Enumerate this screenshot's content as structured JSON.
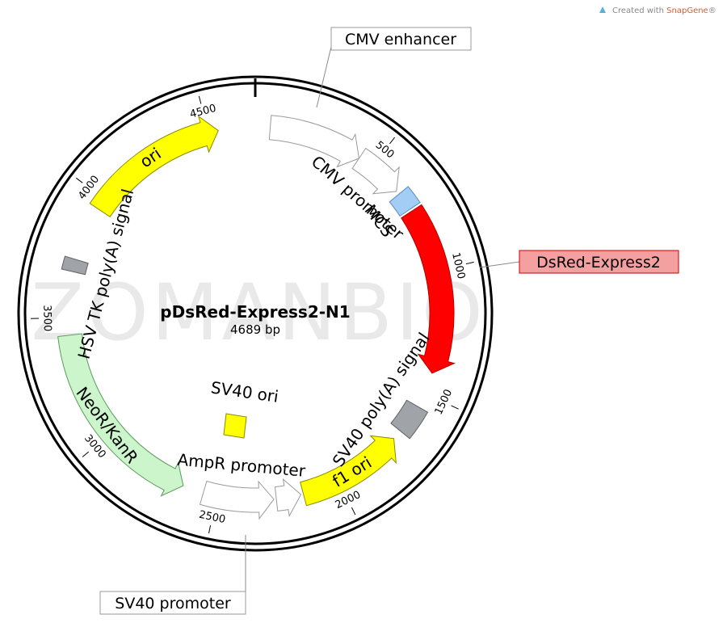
{
  "plasmid": {
    "name": "pDsRed-Express2-N1",
    "length_label": "4689 bp",
    "length": 4689
  },
  "credit": {
    "prefix": "Created with ",
    "brand": "SnapGene",
    "suffix": "®"
  },
  "watermark": "ZOMANBIO",
  "ticks": [
    {
      "pos": 500,
      "label": "500"
    },
    {
      "pos": 1000,
      "label": "1000"
    },
    {
      "pos": 1500,
      "label": "1500"
    },
    {
      "pos": 2000,
      "label": "2000"
    },
    {
      "pos": 2500,
      "label": "2500"
    },
    {
      "pos": 3000,
      "label": "3000"
    },
    {
      "pos": 3500,
      "label": "3500"
    },
    {
      "pos": 4000,
      "label": "4000"
    },
    {
      "pos": 4500,
      "label": "4500"
    }
  ],
  "features": [
    {
      "id": "cmv-enhancer",
      "name": "CMV enhancer",
      "start": 60,
      "end": 440,
      "dir": 1,
      "fill": "#ffffff",
      "stroke": "#9a9a9a",
      "labelMode": "callout"
    },
    {
      "id": "cmv-promoter",
      "name": "CMV promoter",
      "start": 440,
      "end": 640,
      "dir": 1,
      "fill": "#ffffff",
      "stroke": "#9a9a9a",
      "labelMode": "inner"
    },
    {
      "id": "mcs",
      "name": "MCS",
      "start": 655,
      "end": 730,
      "dir": 0,
      "fill": "#a4cdf5",
      "stroke": "#5a8bb8",
      "labelMode": "inner"
    },
    {
      "id": "dsred-express2",
      "name": "DsRed-Express2",
      "start": 740,
      "end": 1415,
      "dir": 1,
      "fill": "#ff0000",
      "stroke": "#b40000",
      "labelMode": "callout"
    },
    {
      "id": "sv40-polya",
      "name": "SV40 poly(A) signal",
      "start": 1560,
      "end": 1680,
      "dir": 0,
      "fill": "#a0a3a8",
      "stroke": "#5f6166",
      "labelMode": "inner"
    },
    {
      "id": "f1-ori",
      "name": "f1 ori",
      "start": 1720,
      "end": 2150,
      "dir": -1,
      "fill": "#ffff00",
      "stroke": "#8a8a00",
      "labelMode": "onfeature"
    },
    {
      "id": "ampr-promoter-a",
      "name": "",
      "start": 2160,
      "end": 2260,
      "dir": -1,
      "fill": "#ffffff",
      "stroke": "#9a9a9a",
      "labelMode": "none"
    },
    {
      "id": "ampr-promoter",
      "name": "AmpR promoter",
      "start": 2270,
      "end": 2555,
      "dir": -1,
      "fill": "#ffffff",
      "stroke": "#9a9a9a",
      "labelMode": "inner"
    },
    {
      "id": "neor-kanr",
      "name": "NeoR/KanR",
      "start": 2640,
      "end": 3430,
      "dir": -1,
      "fill": "#ccf5cc",
      "stroke": "#5a9a5a",
      "labelMode": "onfeature"
    },
    {
      "id": "hsv-tk-polya",
      "name": "HSV TK poly(A) signal",
      "start": 3685,
      "end": 3735,
      "dir": 0,
      "fill": "#a0a3a8",
      "stroke": "#5f6166",
      "labelMode": "inner"
    },
    {
      "id": "ori",
      "name": "ori",
      "start": 3955,
      "end": 4540,
      "dir": 1,
      "fill": "#ffff00",
      "stroke": "#8a8a00",
      "labelMode": "onfeature"
    }
  ],
  "inner_features": [
    {
      "id": "sv40-ori",
      "name": "SV40 ori",
      "fill": "#ffff00",
      "stroke": "#8a8a00"
    }
  ],
  "callouts": [
    {
      "id": "cmv-enhancer",
      "text": "CMV enhancer"
    },
    {
      "id": "dsred-express2",
      "text": "DsRed-Express2",
      "fill": "#f5a0a0",
      "stroke": "#cc0000"
    },
    {
      "id": "sv40-promoter",
      "text": "SV40 promoter"
    }
  ]
}
